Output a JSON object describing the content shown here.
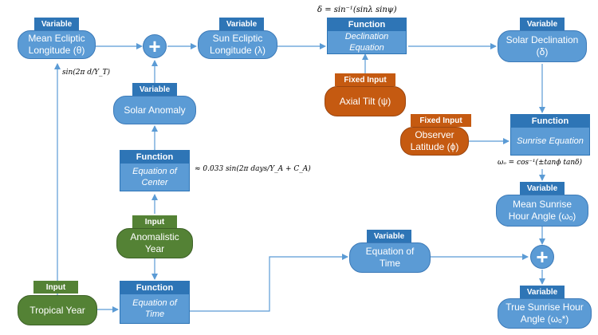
{
  "tags": {
    "variable": "Variable",
    "function": "Function",
    "fixed_input": "Fixed Input",
    "input": "Input"
  },
  "nodes": {
    "mean_ecliptic_longitude": "Mean Ecliptic Longitude (θ)",
    "sun_ecliptic_longitude": "Sun Ecliptic Longitude (λ)",
    "solar_declination": "Solar Declination (δ)",
    "solar_anomaly": "Solar Anomaly",
    "axial_tilt": "Axial Tilt (ψ)",
    "observer_latitude": "Observer Latitude (ϕ)",
    "anomalistic_year": "Anomalistic Year",
    "tropical_year": "Tropical Year",
    "equation_of_time_var": "Equation of Time",
    "mean_sunrise_hour_angle": "Mean Sunrise Hour Angle (ωₒ)",
    "true_sunrise_hour_angle": "True Sunrise Hour Angle (ωₒ*)"
  },
  "functions": {
    "declination_equation": "Declination Equation",
    "sunrise_equation": "Sunrise Equation",
    "equation_of_center": "Equation of Center",
    "equation_of_time_fn": "Equation of Time"
  },
  "formulas": {
    "declination": "δ = sin⁻¹(sinλ sinψ)",
    "mean_longitude": "sin(2π d/Y_T)",
    "equation_of_center": "≈ 0.033 sin(2π days/Y_A + C_A)",
    "sunrise": "ωₒ = cos⁻¹(±tanϕ tanδ)"
  },
  "symbols": {
    "plus": "+"
  },
  "colors": {
    "variable_fill": "#5b9bd5",
    "header_fill": "#2e75b6",
    "fixed_input_fill": "#c55a11",
    "input_fill": "#548235",
    "connector": "#5b9bd5"
  }
}
